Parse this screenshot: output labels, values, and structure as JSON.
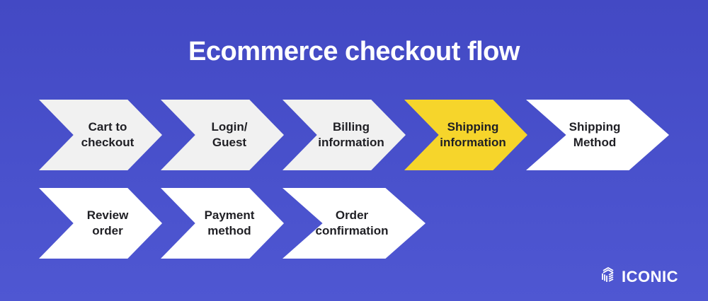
{
  "title": "Ecommerce checkout flow",
  "colors": {
    "background_top": "#4349C4",
    "background_bottom": "#4F57D2",
    "step_visited": "#F1F1F1",
    "step_current": "#F6D52B",
    "step_upcoming": "#FFFFFF",
    "text": "#1F1F24"
  },
  "steps": [
    {
      "line1": "Cart to",
      "line2": "checkout",
      "state": "visited"
    },
    {
      "line1": "Login/",
      "line2": "Guest",
      "state": "visited"
    },
    {
      "line1": "Billing",
      "line2": "information",
      "state": "visited"
    },
    {
      "line1": "Shipping",
      "line2": "information",
      "state": "current"
    },
    {
      "line1": "Shipping",
      "line2": "Method",
      "state": "upcoming"
    },
    {
      "line1": "Review",
      "line2": "order",
      "state": "upcoming"
    },
    {
      "line1": "Payment",
      "line2": "method",
      "state": "upcoming"
    },
    {
      "line1": "Order",
      "line2": "confirmation",
      "state": "upcoming"
    }
  ],
  "logo": {
    "icon": "cube-stripes-icon",
    "text": "ICONIC"
  }
}
